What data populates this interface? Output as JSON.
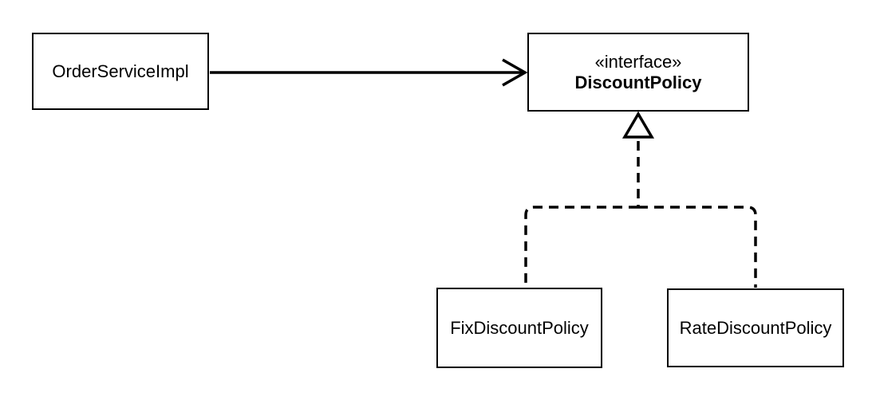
{
  "diagram": {
    "type": "uml-class-diagram",
    "colors": {
      "background": "#ffffff",
      "stroke": "#000000",
      "node_fill": "#ffffff",
      "text": "#000000"
    },
    "nodes": {
      "order_service_impl": {
        "label": "OrderServiceImpl"
      },
      "discount_policy": {
        "stereotype": "«interface»",
        "label": "DiscountPolicy"
      },
      "fix_discount_policy": {
        "label": "FixDiscountPolicy"
      },
      "rate_discount_policy": {
        "label": "RateDiscountPolicy"
      }
    },
    "edges": [
      {
        "from": "OrderServiceImpl",
        "to": "DiscountPolicy",
        "type": "dependency",
        "line_style": "solid",
        "arrowhead": "open-arrow"
      },
      {
        "from": "FixDiscountPolicy",
        "to": "DiscountPolicy",
        "type": "realization",
        "line_style": "dashed",
        "arrowhead": "hollow-triangle"
      },
      {
        "from": "RateDiscountPolicy",
        "to": "DiscountPolicy",
        "type": "realization",
        "line_style": "dashed",
        "arrowhead": "hollow-triangle"
      }
    ]
  }
}
